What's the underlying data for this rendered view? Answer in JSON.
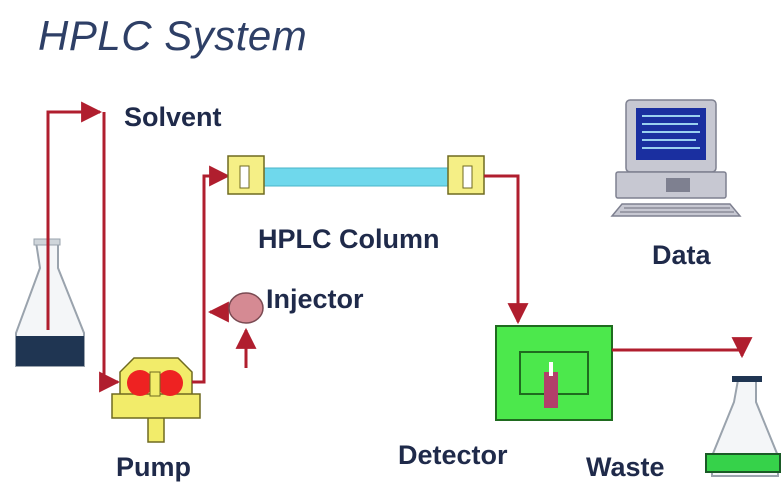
{
  "title": "HPLC System",
  "labels": {
    "solvent": "Solvent",
    "column": "HPLC Column",
    "injector": "Injector",
    "data": "Data",
    "pump": "Pump",
    "detector": "Detector",
    "waste": "Waste"
  },
  "colors": {
    "tubing": "#b01e2e",
    "column": "#6fd8ec",
    "fitting": "#f5ef86",
    "solvent_fill": "#1f3552",
    "pump_body": "#f2ec6a",
    "pump_rotor": "#ee2222",
    "injector": "#d58a93",
    "detector": "#4ce84c",
    "flow_cell": "#b2406a",
    "waste_fill": "#36d24a"
  },
  "icons": [
    "solvent-flask-icon",
    "pump-icon",
    "injector-icon",
    "column-icon",
    "detector-icon",
    "computer-icon",
    "waste-flask-icon"
  ]
}
